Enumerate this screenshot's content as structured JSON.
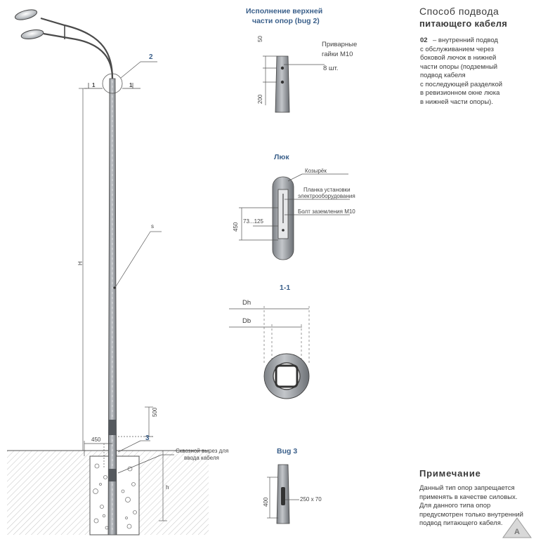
{
  "top_detail": {
    "title_line1": "Исполнение верхней",
    "title_line2": "части опор (bug 2)",
    "nuts_line1": "Приварные",
    "nuts_line2": "гайки М10",
    "nuts_line3": "8 шт.",
    "dim_50": "50",
    "dim_200": "200"
  },
  "supply": {
    "title_line1": "Способ подвода",
    "title_line2": "питающего кабеля",
    "code": "02",
    "lines": [
      "– внутренний подвод",
      "с обслуживанием через",
      "боковой лючок в нижней",
      "части опоры (подземный",
      "подвод кабеля",
      "с последующей разделкой",
      "в ревизионном окне люка",
      "в нижней части опоры)."
    ]
  },
  "hatch_detail": {
    "title": "Люк",
    "visor": "Козырёк",
    "plate_line1": "Планка установки",
    "plate_line2": "электрооборудования",
    "bolt": "Болт заземления М10",
    "dim_450": "450",
    "dim_width": "73...125"
  },
  "section": {
    "title": "1-1",
    "dh": "Dh",
    "db": "Db"
  },
  "bug3": {
    "title": "Bug 3",
    "dim_400": "400",
    "dim_slot": "250 x 70"
  },
  "main": {
    "callout_2": "2",
    "callout_1_left": "1",
    "callout_1_right": "1",
    "callout_s": "s",
    "callout_3": "3",
    "dim_H": "H",
    "dim_h": "h",
    "dim_500": "500",
    "dim_450": "450",
    "cable_cut_line1": "Сквозной вырез для",
    "cable_cut_line2": "ввода кабеля"
  },
  "note": {
    "title": "Примечание",
    "lines": [
      "Данный тип опор запрещается",
      "применять в качестве силовых.",
      "Для данного типа опор",
      "предусмотрен только внутренний",
      "подвод питающего кабеля."
    ]
  },
  "colors": {
    "line": "#3c3c3c",
    "pole_fill": "#9a9ea3",
    "pole_dark": "#6f7378",
    "accent_blue": "#3a5f8a",
    "ground_hatch": "#b8b8b8"
  }
}
